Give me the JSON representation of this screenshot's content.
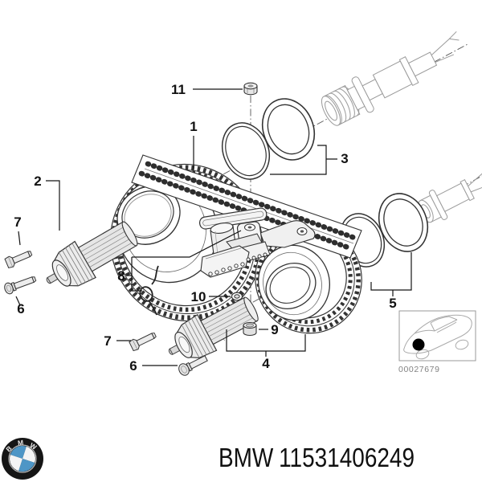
{
  "diagram": {
    "callouts": {
      "n1": "1",
      "n2": "2",
      "n3": "3",
      "n4": "4",
      "n5": "5",
      "n6": "6",
      "n7": "7",
      "n8": "8",
      "n9": "9",
      "n10": "10",
      "n11": "11"
    },
    "inset": {
      "code": "00027679"
    }
  },
  "footer": {
    "brand": "BMW",
    "part_number": "11531406249",
    "logo_letters": [
      "B",
      "M",
      "W"
    ],
    "colors": {
      "logo_blue": "#4e96c6",
      "logo_dark": "#151515"
    }
  }
}
